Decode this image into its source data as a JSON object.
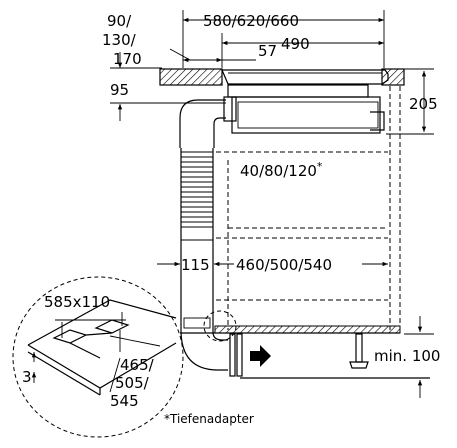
{
  "labels": {
    "offset_line1": "90/",
    "offset_line2": "130/",
    "offset_line3": "170",
    "total_width": "580/620/660",
    "width_490": "490",
    "dim_57": "57",
    "dim_95": "95",
    "dim_205": "205",
    "depth_adapter": "40/80/120",
    "depth_adapter_mark": "*",
    "dim_115": "115",
    "depth_460": "460/500/540",
    "cutout_size": "585x110",
    "dim_3": "3",
    "detail_depth_1": "465/",
    "detail_depth_2": "505/",
    "detail_depth_3": "545",
    "min_height": "min. 100",
    "footnote": "*Tiefenadapter"
  }
}
